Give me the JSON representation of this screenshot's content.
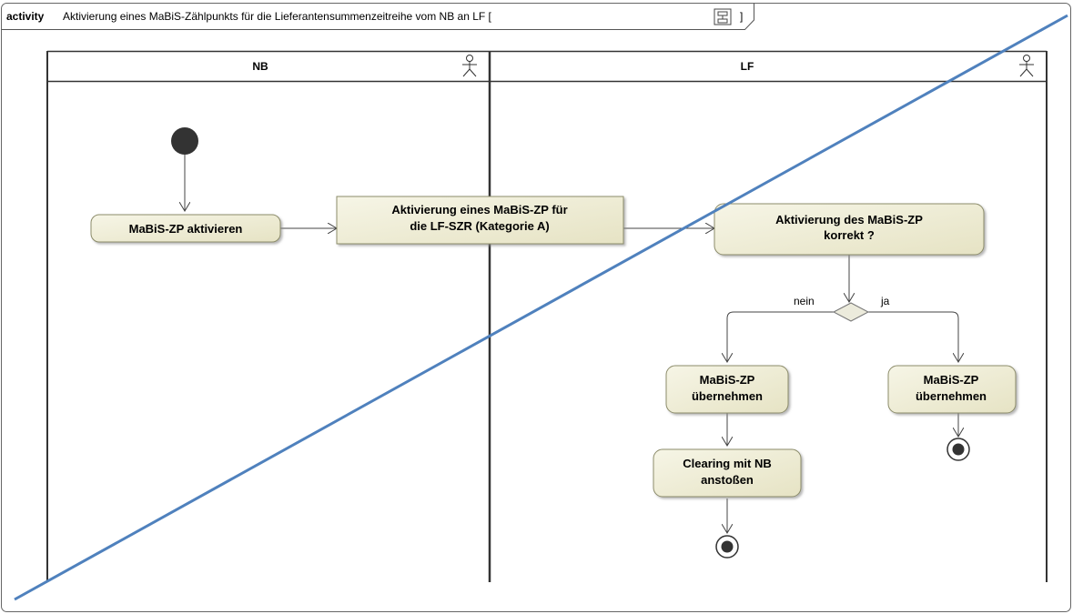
{
  "frame": {
    "keyword": "activity",
    "title": "Aktivierung eines MaBiS-Zählpunkts für die  Lieferantensummenzeitreihe  vom NB an LF [",
    "title_close": "]",
    "icon": "diagram-icon"
  },
  "lanes": [
    {
      "name": "NB",
      "icon": "actor-icon"
    },
    {
      "name": "LF",
      "icon": "actor-icon"
    }
  ],
  "actions": {
    "nb_activate": [
      "MaBiS-ZP aktivieren"
    ],
    "check": [
      "Aktivierung des MaBiS-ZP",
      "korrekt ?"
    ],
    "take_no": [
      "MaBiS-ZP",
      "übernehmen"
    ],
    "take_yes": [
      "MaBiS-ZP",
      "übernehmen"
    ],
    "clearing": [
      "Clearing mit NB",
      "anstoßen"
    ]
  },
  "object_node": [
    "Aktivierung eines MaBiS-ZP für",
    "die LF-SZR (Kategorie A)"
  ],
  "guards": {
    "no": "nein",
    "yes": "ja"
  },
  "colors": {
    "action_fill": "#f2f0dc",
    "action_stroke": "#8c8c6a",
    "overlay_line": "#4f81bd",
    "lane_border": "#555555"
  }
}
